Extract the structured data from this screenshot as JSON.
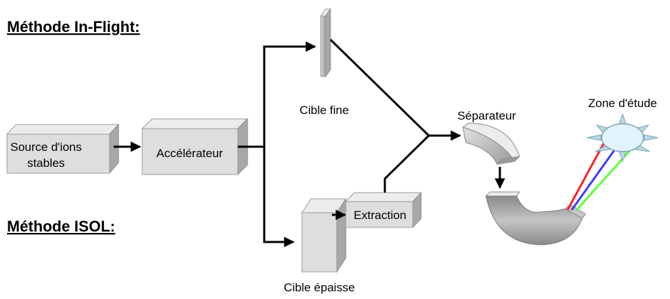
{
  "titles": {
    "in_flight": "Méthode In-Flight:",
    "isol": "Méthode ISOL:"
  },
  "boxes": {
    "source_line1": "Source d'ions",
    "source_line2": "stables",
    "accelerateur": "Accélérateur",
    "extraction": "Extraction"
  },
  "labels": {
    "cible_fine": "Cible fine",
    "cible_epaisse": "Cible épaisse",
    "separateur": "Séparateur",
    "zone_etude": "Zone d'étude"
  },
  "colors": {
    "beam_red": "#ff2020",
    "beam_blue": "#3b3bff",
    "beam_green": "#5cff3c",
    "box_face": "#dedede",
    "box_top": "#ececec",
    "box_side": "#a8a8a8",
    "study_zone": "#dff3fa"
  }
}
